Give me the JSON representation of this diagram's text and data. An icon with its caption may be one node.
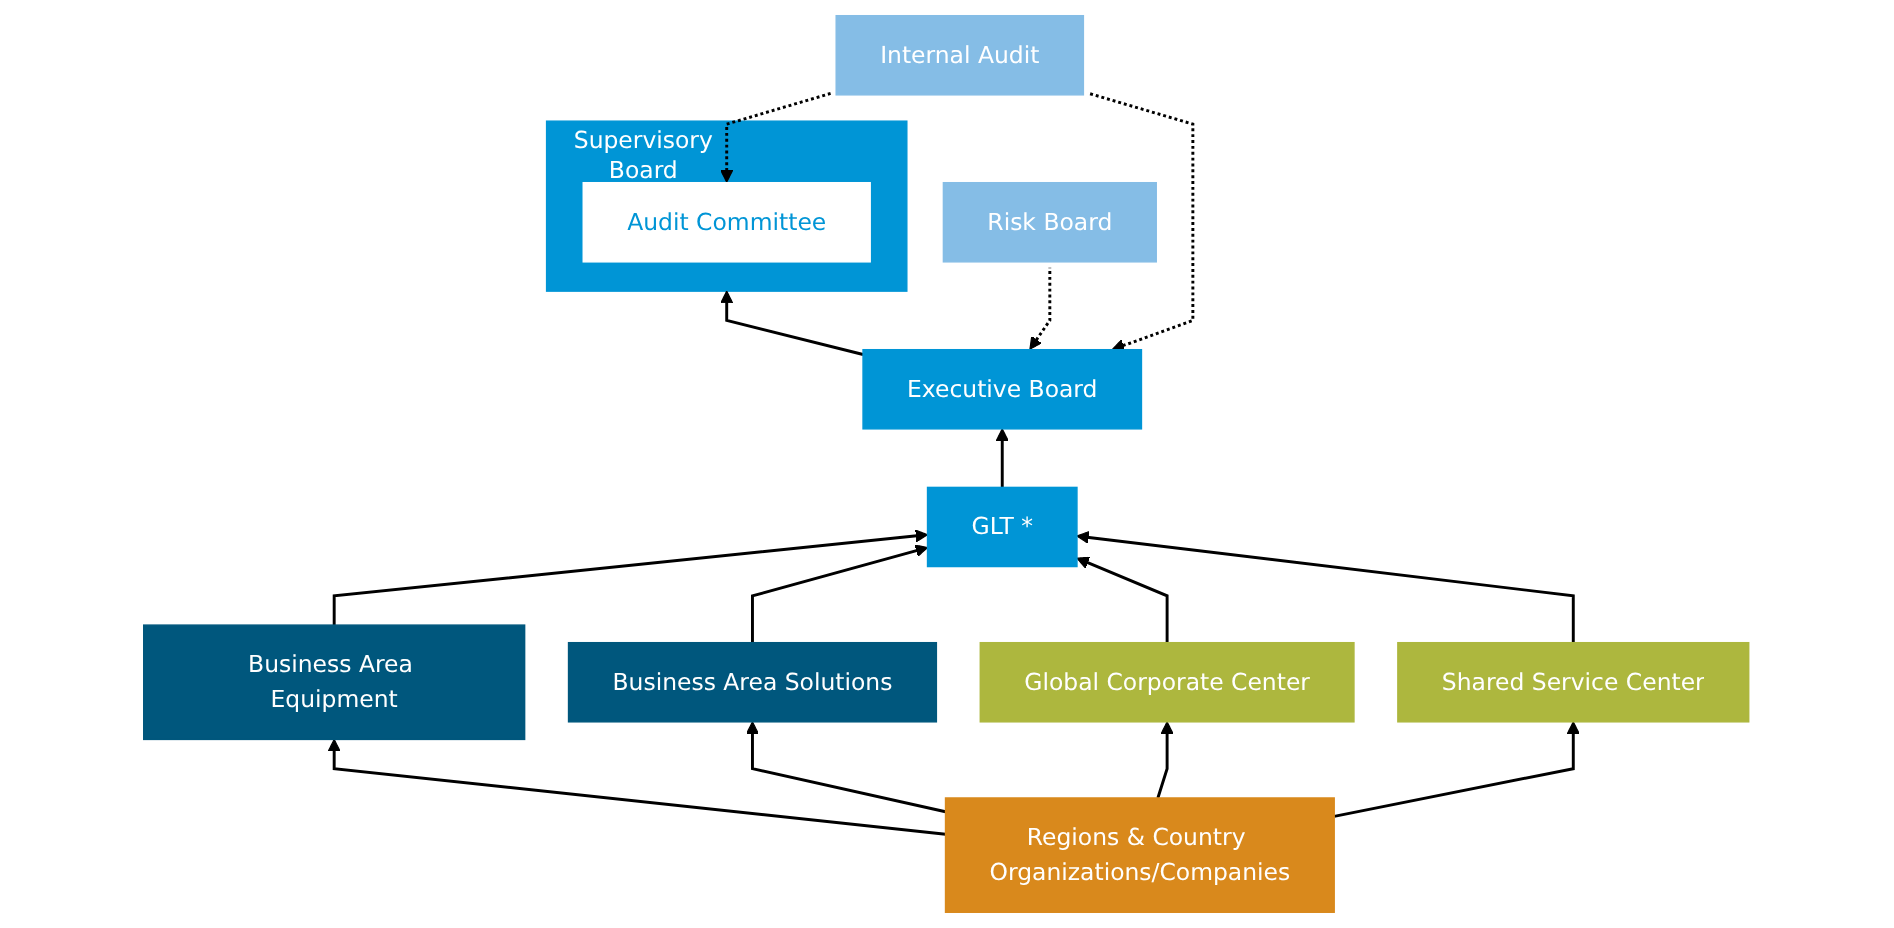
{
  "diagram": {
    "nodes": [
      {
        "text": [
          "Supervisory Board"
        ]
      },
      {
        "text": [
          "Audit Committee"
        ],
        "in": 0
      },
      {
        "text": [
          "Internal Audit"
        ]
      },
      {
        "text": [
          "Risk Board"
        ]
      },
      {
        "text": [
          "Executive Board"
        ]
      },
      {
        "text": [
          "GLT *"
        ]
      },
      {
        "text": [
          "Business Area Equipment"
        ]
      },
      {
        "text": [
          "Business Area Solutions"
        ]
      },
      {
        "text": [
          "Global Corporate Center"
        ]
      },
      {
        "text": [
          "Shared Service Center"
        ]
      },
      {
        "text": [
          "Regions & Country Organizations/Companies"
        ]
      }
    ],
    "edges": [
      {
        "from": 4,
        "to": 0,
        "arrow": "to"
      },
      {
        "from": 2,
        "to": 1,
        "arrow": "to",
        "style": "dashed"
      },
      {
        "from": 2,
        "to": 4,
        "arrow": "to",
        "style": "dashed"
      },
      {
        "from": 3,
        "to": 4,
        "arrow": "to",
        "style": "dashed"
      },
      {
        "from": 5,
        "to": 4,
        "arrow": "to"
      },
      {
        "from": 6,
        "to": 5,
        "arrow": "to"
      },
      {
        "from": 7,
        "to": 5,
        "arrow": "to"
      },
      {
        "from": 8,
        "to": 5,
        "arrow": "to"
      },
      {
        "from": 9,
        "to": 5,
        "arrow": "to"
      },
      {
        "from": 10,
        "to": 6,
        "arrow": "to"
      },
      {
        "from": 10,
        "to": 7,
        "arrow": "to"
      },
      {
        "from": 10,
        "to": 8,
        "arrow": "to"
      },
      {
        "from": 10,
        "to": 9,
        "arrow": "to"
      }
    ]
  }
}
